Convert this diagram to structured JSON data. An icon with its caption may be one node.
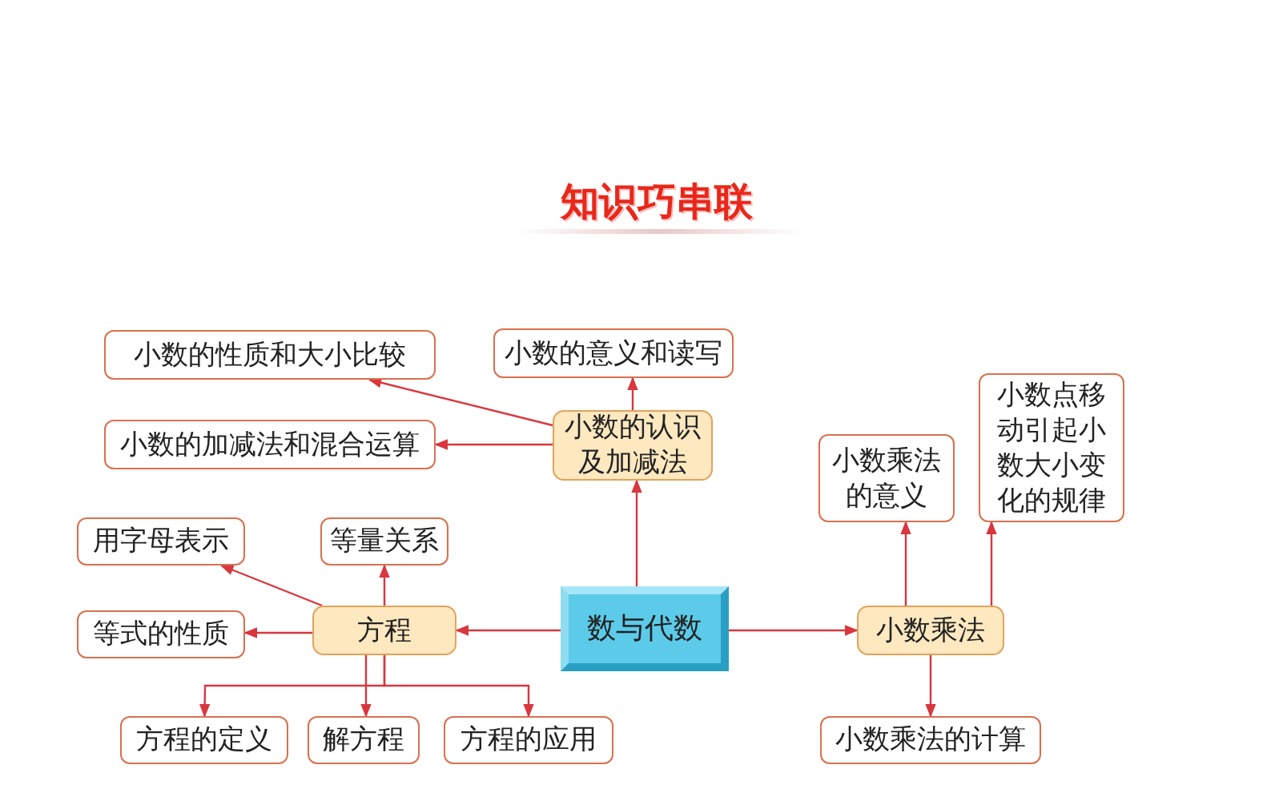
{
  "diagram": {
    "title": "知识巧串联",
    "nodes": [
      {
        "text": [
          "数与代数"
        ]
      },
      {
        "text": [
          "小数的认识及加减法"
        ]
      },
      {
        "text": [
          "小数的意义和读写"
        ]
      },
      {
        "text": [
          "小数的性质和大小比较"
        ]
      },
      {
        "text": [
          "小数的加减法和混合运算"
        ]
      },
      {
        "text": [
          "方程"
        ]
      },
      {
        "text": [
          "用字母表示"
        ]
      },
      {
        "text": [
          "等量关系"
        ]
      },
      {
        "text": [
          "等式的性质"
        ]
      },
      {
        "text": [
          "方程的定义"
        ]
      },
      {
        "text": [
          "解方程"
        ]
      },
      {
        "text": [
          "方程的应用"
        ]
      },
      {
        "text": [
          "小数乘法"
        ]
      },
      {
        "text": [
          "小数乘法的意义"
        ]
      },
      {
        "text": [
          "小数点移动引起小数大小变化的规律"
        ]
      },
      {
        "text": [
          "小数乘法的计算"
        ]
      }
    ],
    "edges": [
      {
        "from": 0,
        "to": 1,
        "arrow": "to"
      },
      {
        "from": 1,
        "to": 2,
        "arrow": "to"
      },
      {
        "from": 1,
        "to": 3,
        "arrow": "to"
      },
      {
        "from": 1,
        "to": 4,
        "arrow": "to"
      },
      {
        "from": 0,
        "to": 5,
        "arrow": "to"
      },
      {
        "from": 5,
        "to": 6,
        "arrow": "to"
      },
      {
        "from": 5,
        "to": 7,
        "arrow": "to"
      },
      {
        "from": 5,
        "to": 8,
        "arrow": "to"
      },
      {
        "from": 5,
        "to": 9,
        "arrow": "to"
      },
      {
        "from": 5,
        "to": 10,
        "arrow": "to"
      },
      {
        "from": 5,
        "to": 11,
        "arrow": "to"
      },
      {
        "from": 0,
        "to": 12,
        "arrow": "to"
      },
      {
        "from": 12,
        "to": 13,
        "arrow": "to"
      },
      {
        "from": 12,
        "to": 14,
        "arrow": "to"
      },
      {
        "from": 12,
        "to": 15,
        "arrow": "to"
      }
    ]
  }
}
